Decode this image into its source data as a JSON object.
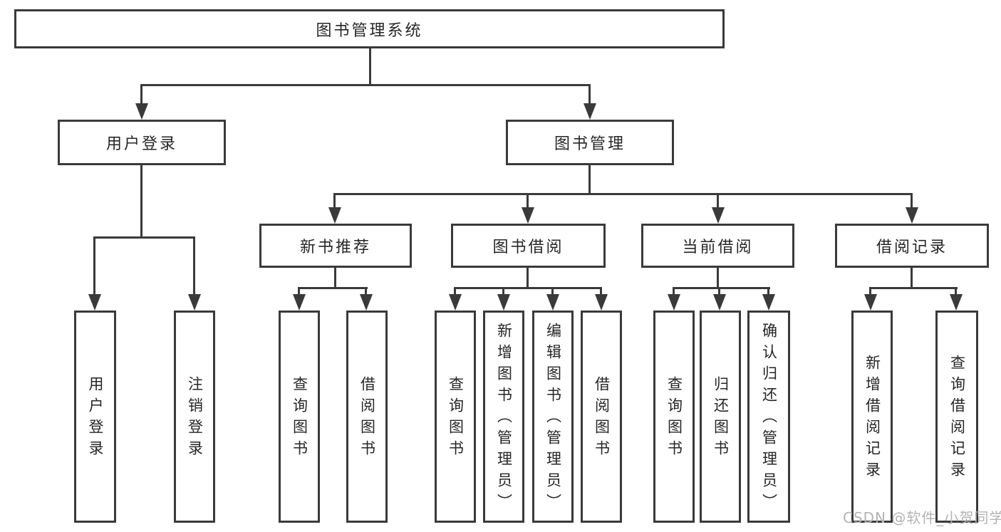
{
  "diagram_type": "hierarchy",
  "colors": {
    "line": "#3a3a3a",
    "box_border": "#3a3a3a",
    "box_fill": "#ffffff",
    "text": "#262626",
    "watermark": "#b3b3b3",
    "background": "#ffffff"
  },
  "watermark": {
    "text": "CSDN @软件_小贺同学"
  },
  "tree": {
    "label": "图书管理系统",
    "children": [
      {
        "label": "用户登录",
        "children": [
          {
            "label": "用户登录"
          },
          {
            "label": "注销登录"
          }
        ]
      },
      {
        "label": "图书管理",
        "children": [
          {
            "label": "新书推荐",
            "children": [
              {
                "label": "查询图书"
              },
              {
                "label": "借阅图书"
              }
            ]
          },
          {
            "label": "图书借阅",
            "children": [
              {
                "label": "查询图书"
              },
              {
                "label": "新增图书（管理员）"
              },
              {
                "label": "编辑图书（管理员）"
              },
              {
                "label": "借阅图书"
              }
            ]
          },
          {
            "label": "当前借阅",
            "children": [
              {
                "label": "查询图书"
              },
              {
                "label": "归还图书"
              },
              {
                "label": "确认归还（管理员）"
              }
            ]
          },
          {
            "label": "借阅记录",
            "children": [
              {
                "label": "新增借阅记录"
              },
              {
                "label": "查询借阅记录"
              }
            ]
          }
        ]
      }
    ]
  }
}
